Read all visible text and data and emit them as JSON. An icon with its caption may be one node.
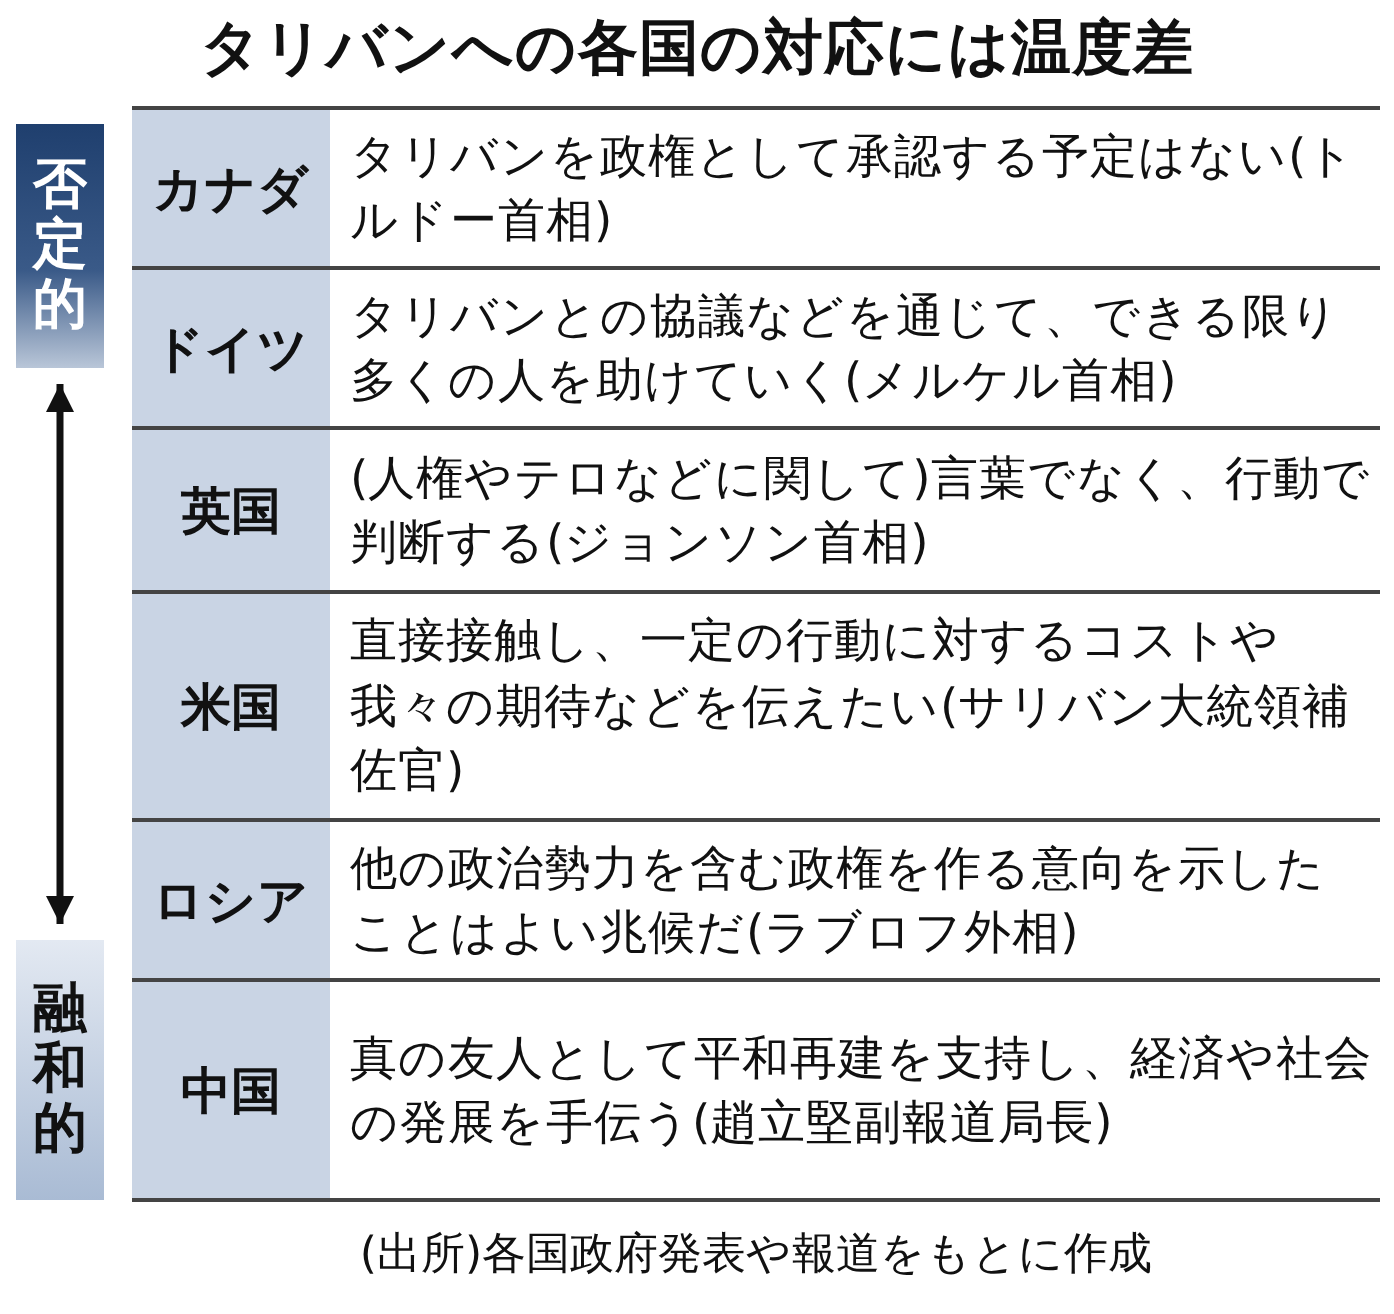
{
  "diagram": {
    "title": "タリバンへの各国の対応には温度差",
    "nodes": [
      {
        "text": [
          "否定的"
        ]
      },
      {
        "text": [
          "融和的"
        ]
      }
    ],
    "edges": [
      {
        "from": 0,
        "to": 1,
        "arrow": "both"
      }
    ],
    "labels": [
      "カナダ",
      "タリバンを政権として承認する予定はない(トルドー首相)",
      "ドイツ",
      "タリバンとの協議などを通じて、できる限り多くの人を助けていく(メルケル首相)",
      "英国",
      "(人権やテロなどに関して)言葉でなく、行動で判断する(ジョンソン首相)",
      "米国",
      "直接接触し、一定の行動に対するコストや我々の期待などを伝えたい(サリバン大統領補佐官)",
      "ロシア",
      "他の政治勢力を含む政権を作る意向を示したことはよい兆候だ(ラブロフ外相)",
      "中国",
      "真の友人として平和再建を支持し、経済や社会の発展を手伝う(趙立堅副報道局長)"
    ],
    "caption": "(出所)各国政府発表や報道をもとに作成"
  }
}
